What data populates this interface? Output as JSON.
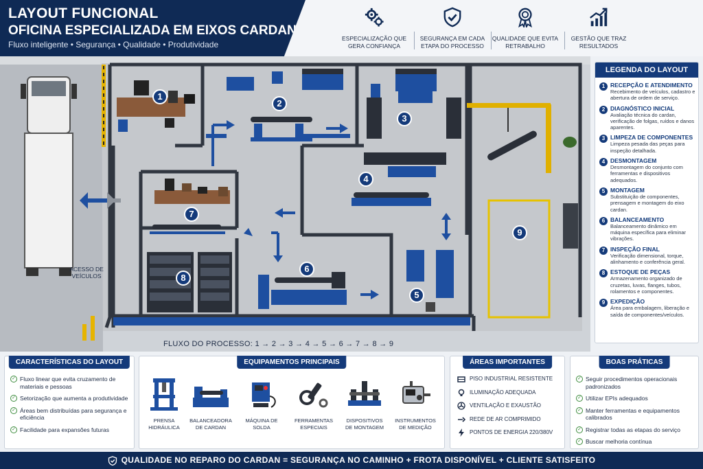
{
  "header": {
    "title_line1": "LAYOUT FUNCIONAL",
    "title_line2": "OFICINA ESPECIALIZADA EM EIXOS CARDAN",
    "subtitle": "Fluxo inteligente • Segurança • Qualidade • Produtividade",
    "highlights": [
      {
        "icon": "gears-icon",
        "label": "Especialização que gera confiança"
      },
      {
        "icon": "shield-check-icon",
        "label": "Segurança em cada etapa do processo"
      },
      {
        "icon": "award-medal-icon",
        "label": "Qualidade que evita retrabalho"
      },
      {
        "icon": "growth-chart-icon",
        "label": "Gestão que traz resultados"
      }
    ]
  },
  "floor_plan": {
    "zone_numbers": [
      "1",
      "2",
      "3",
      "4",
      "5",
      "6",
      "7",
      "8",
      "9"
    ],
    "access_label": "ACESSO DE VEÍCULOS",
    "flow_label": "FLUXO DO PROCESSO: 1 → 2 → 3 → 4 → 5 → 6 → 7 → 8 → 9"
  },
  "legend": {
    "title": "LEGENDA DO LAYOUT",
    "items": [
      {
        "num": "1",
        "title": "RECEPÇÃO E ATENDIMENTO",
        "desc": "Recebimento de veículos, cadastro e abertura de ordem de serviço."
      },
      {
        "num": "2",
        "title": "DIAGNÓSTICO INICIAL",
        "desc": "Avaliação técnica do cardan, verificação de folgas, ruídos e danos aparentes."
      },
      {
        "num": "3",
        "title": "LIMPEZA DE COMPONENTES",
        "desc": "Limpeza pesada das peças para inspeção detalhada."
      },
      {
        "num": "4",
        "title": "DESMONTAGEM",
        "desc": "Desmontagem do conjunto com ferramentas e dispositivos adequados."
      },
      {
        "num": "5",
        "title": "MONTAGEM",
        "desc": "Substituição de componentes, prensagem e montagem do eixo cardan."
      },
      {
        "num": "6",
        "title": "BALANCEAMENTO",
        "desc": "Balanceamento dinâmico em máquina específica para eliminar vibrações."
      },
      {
        "num": "7",
        "title": "INSPEÇÃO FINAL",
        "desc": "Verificação dimensional, torque, alinhamento e conferência geral."
      },
      {
        "num": "8",
        "title": "ESTOQUE DE PEÇAS",
        "desc": "Armazenamento organizado de cruzetas, luvas, flanges, tubos, rolamentos e componentes."
      },
      {
        "num": "9",
        "title": "EXPEDIÇÃO",
        "desc": "Área para embalagem, liberação e saída de componentes/veículos."
      }
    ]
  },
  "characteristics": {
    "title": "CARACTERÍSTICAS DO LAYOUT",
    "items": [
      "Fluxo linear que evita cruzamento de materiais e pessoas",
      "Setorização que aumenta a produtividade",
      "Áreas bem distribuídas para segurança e eficiência",
      "Facilidade para expansões futuras"
    ]
  },
  "equipment": {
    "title": "EQUIPAMENTOS PRINCIPAIS",
    "items": [
      {
        "icon": "hydraulic-press-icon",
        "label": "PRENSA HIDRÁULICA"
      },
      {
        "icon": "balancing-machine-icon",
        "label": "BALANCEADORA DE CARDAN"
      },
      {
        "icon": "welding-machine-icon",
        "label": "MÁQUINA DE SOLDA"
      },
      {
        "icon": "special-tools-icon",
        "label": "FERRAMENTAS ESPECIAIS"
      },
      {
        "icon": "assembly-fixture-icon",
        "label": "DISPOSITIVOS DE MONTAGEM"
      },
      {
        "icon": "measuring-instruments-icon",
        "label": "INSTRUMENTOS DE MEDIÇÃO"
      }
    ]
  },
  "areas": {
    "title": "ÁREAS IMPORTANTES",
    "items": [
      {
        "icon": "industrial-floor-icon",
        "label": "PISO INDUSTRIAL RESISTENTE"
      },
      {
        "icon": "lighting-icon",
        "label": "ILUMINAÇÃO ADEQUADA"
      },
      {
        "icon": "ventilation-fan-icon",
        "label": "VENTILAÇÃO E EXAUSTÃO"
      },
      {
        "icon": "compressed-air-icon",
        "label": "REDE DE AR COMPRIMIDO"
      },
      {
        "icon": "power-bolt-icon",
        "label": "PONTOS DE ENERGIA 220/380V"
      }
    ]
  },
  "practices": {
    "title": "BOAS PRÁTICAS",
    "items": [
      "Seguir procedimentos operacionais padronizados",
      "Utilizar EPIs adequados",
      "Manter ferramentas e equipamentos calibrados",
      "Registrar todas as etapas do serviço",
      "Buscar melhoria contínua"
    ]
  },
  "footer": {
    "text": "QUALIDADE NO REPARO DO CARDAN = SEGURANÇA NO CAMINHO + FROTA DISPONÍVEL + CLIENTE SATISFEITO"
  },
  "colors": {
    "navy": "#0f2a55",
    "accent_blue": "#143a7a",
    "equipment_blue": "#1e4fa0",
    "warning_yellow": "#e6b400",
    "check_green": "#3a8a3a"
  }
}
